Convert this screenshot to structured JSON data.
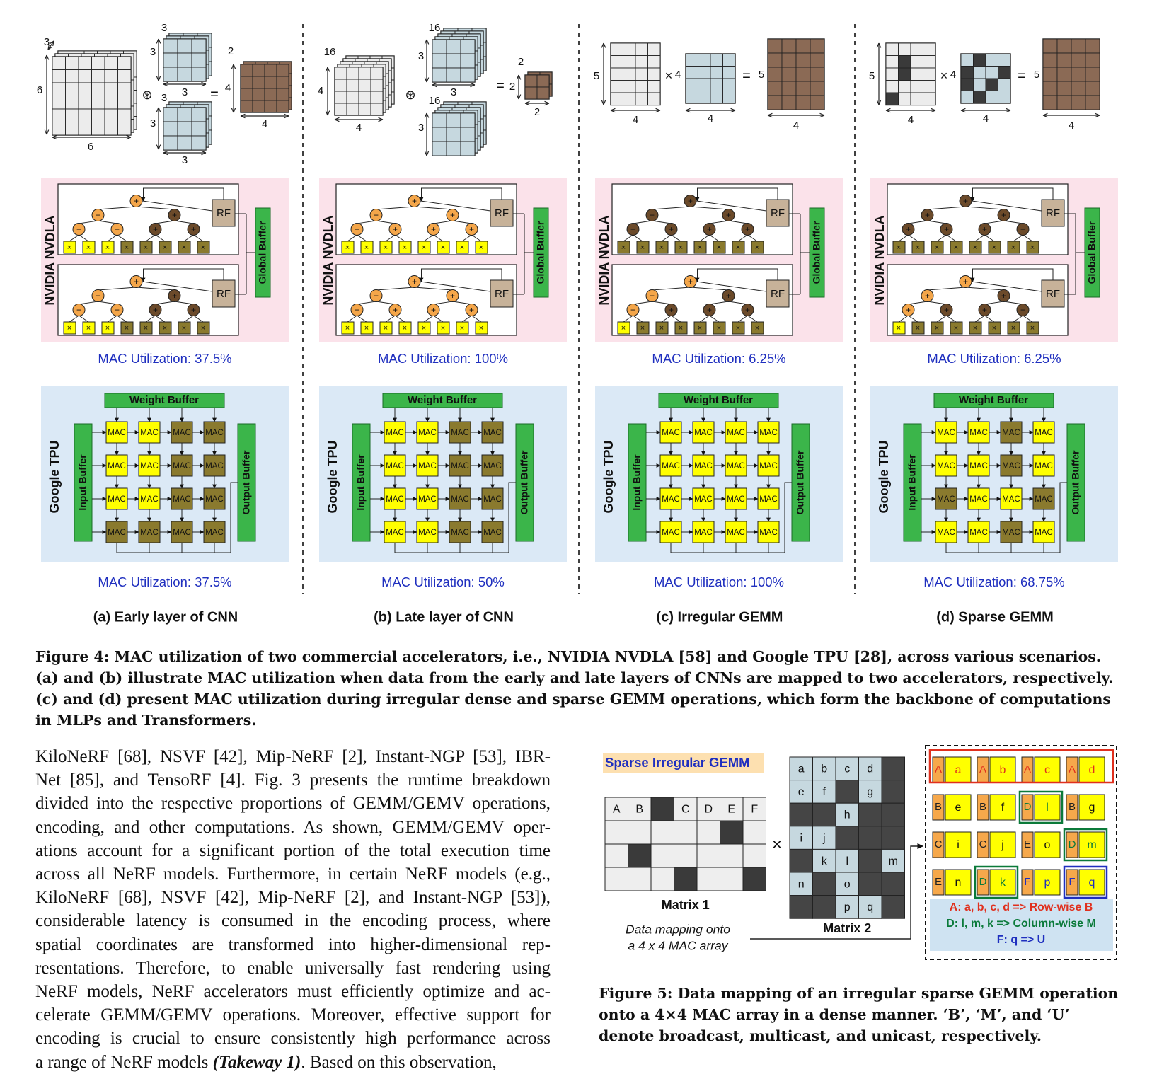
{
  "figure4": {
    "panels": [
      {
        "caption": "(a) Early layer of CNN",
        "nvdla_label": "NVIDIA NVDLA",
        "nvdla_util": "MAC Utilization: 37.5%",
        "tpu_label": "Google TPU",
        "tpu_util": "MAC Utilization: 37.5%",
        "dims": {
          "in_side": "6",
          "in_bottom": "6",
          "in_depth": "3",
          "k_side": "3",
          "k_bottom": "3",
          "k_depth": "3",
          "out_side": "4",
          "out_bottom": "4",
          "out_depth": "2"
        },
        "nvdla_rows": [
          [
            1,
            1,
            1,
            0,
            0,
            0,
            0,
            0
          ],
          [
            1,
            1,
            1,
            0,
            0,
            0,
            0,
            0
          ]
        ],
        "tpu_active": [
          [
            1,
            1,
            0,
            0
          ],
          [
            1,
            1,
            0,
            0
          ],
          [
            1,
            1,
            0,
            0
          ],
          [
            0,
            0,
            0,
            0
          ]
        ]
      },
      {
        "caption": "(b) Late layer of CNN",
        "nvdla_label": "NVIDIA NVDLA",
        "nvdla_util": "MAC Utilization: 100%",
        "tpu_label": "Google TPU",
        "tpu_util": "MAC Utilization: 50%",
        "dims": {
          "in_side": "4",
          "in_bottom": "4",
          "in_depth": "16",
          "k_side": "3",
          "k_bottom": "3",
          "k_depth": "16",
          "out_side": "2",
          "out_bottom": "2",
          "out_depth": "2"
        },
        "nvdla_rows": [
          [
            1,
            1,
            1,
            1,
            1,
            1,
            1,
            1
          ],
          [
            1,
            1,
            1,
            1,
            1,
            1,
            1,
            1
          ]
        ],
        "tpu_active": [
          [
            1,
            1,
            0,
            0
          ],
          [
            1,
            1,
            0,
            0
          ],
          [
            1,
            1,
            0,
            0
          ],
          [
            1,
            1,
            0,
            0
          ]
        ]
      },
      {
        "caption": "(c) Irregular GEMM",
        "nvdla_label": "NVIDIA NVDLA",
        "nvdla_util": "MAC Utilization: 6.25%",
        "tpu_label": "Google TPU",
        "tpu_util": "MAC Utilization: 100%",
        "dims": {
          "m1_rows": "5",
          "m1_cols": "4",
          "m2_rows": "4",
          "m2_cols": "4",
          "out_rows": "5",
          "out_cols": "4"
        },
        "nvdla_rows": [
          [
            0,
            0,
            0,
            0,
            0,
            0,
            0,
            0
          ],
          [
            1,
            0,
            0,
            0,
            0,
            0,
            0,
            0
          ]
        ],
        "tpu_active": [
          [
            1,
            1,
            1,
            1
          ],
          [
            1,
            1,
            1,
            1
          ],
          [
            1,
            1,
            1,
            1
          ],
          [
            1,
            1,
            1,
            1
          ]
        ]
      },
      {
        "caption": "(d) Sparse GEMM",
        "nvdla_label": "NVIDIA NVDLA",
        "nvdla_util": "MAC Utilization: 6.25%",
        "tpu_label": "Google TPU",
        "tpu_util": "MAC Utilization: 68.75%",
        "dims": {
          "m1_rows": "5",
          "m1_cols": "4",
          "m2_rows": "4",
          "m2_cols": "4",
          "out_rows": "5",
          "out_cols": "4"
        },
        "nvdla_rows": [
          [
            0,
            0,
            0,
            0,
            0,
            0,
            0,
            0
          ],
          [
            1,
            0,
            0,
            0,
            0,
            0,
            0,
            0
          ]
        ],
        "tpu_active": [
          [
            1,
            1,
            0,
            1
          ],
          [
            1,
            1,
            0,
            1
          ],
          [
            0,
            1,
            1,
            0
          ],
          [
            1,
            1,
            0,
            1
          ]
        ]
      }
    ],
    "rf_label": "RF",
    "global_buffer_label": "Global Buffer",
    "weight_buffer_label": "Weight Buffer",
    "input_buffer_label": "Input Buffer",
    "output_buffer_label": "Output Buffer",
    "mac_label": "MAC",
    "times_label": "×",
    "caption": "Figure 4: MAC utilization of two commercial accelerators, i.e., NVIDIA NVDLA [58] and Google TPU [28], across various scenarios. (a) and (b) illustrate MAC utilization when data from the early and late layers of CNNs are mapped to two accelerators, respectively. (c) and (d) present MAC utilization during irregular dense and sparse GEMM operations, which form the backbone of computations in MLPs and Transformers."
  },
  "figure5": {
    "title": "Sparse Irregular GEMM",
    "matrix1_label": "Matrix 1",
    "matrix1_header": [
      "A",
      "B",
      "",
      "C",
      "D",
      "E",
      "F"
    ],
    "matrix2_label": "Matrix 2",
    "matrix2_cells": [
      [
        "a",
        "b",
        "c",
        "d",
        ""
      ],
      [
        "e",
        "f",
        "",
        "g",
        ""
      ],
      [
        "",
        "",
        "h",
        "",
        ""
      ],
      [
        "i",
        "j",
        "",
        "",
        ""
      ],
      [
        "",
        "k",
        "l",
        "",
        "m"
      ],
      [
        "n",
        "",
        "o",
        "",
        ""
      ],
      [
        "",
        "",
        "p",
        "q",
        ""
      ]
    ],
    "times_symbol": "×",
    "mapping_note_line1": "Data mapping onto",
    "mapping_note_line2": "a 4 x 4 MAC array",
    "mapped_array": [
      [
        [
          "A",
          "a"
        ],
        [
          "A",
          "b"
        ],
        [
          "A",
          "c"
        ],
        [
          "A",
          "d"
        ]
      ],
      [
        [
          "B",
          "e"
        ],
        [
          "B",
          "f"
        ],
        [
          "D",
          "l"
        ],
        [
          "B",
          "g"
        ]
      ],
      [
        [
          "C",
          "i"
        ],
        [
          "C",
          "j"
        ],
        [
          "E",
          "o"
        ],
        [
          "D",
          "m"
        ]
      ],
      [
        [
          "E",
          "n"
        ],
        [
          "D",
          "k"
        ],
        [
          "F",
          "p"
        ],
        [
          "F",
          "q"
        ]
      ]
    ],
    "legend_row": "A: a, b, c, d => Row-wise B",
    "legend_col": "D:  l, m, k => Column-wise M",
    "legend_uni": "F: q => U",
    "caption": "Figure 5: Data mapping of an irregular sparse GEMM operation onto a 4×4 MAC array in a dense manner. ‘B’, ‘M’, and ‘U’ denote broadcast, multicast, and unicast, respectively."
  },
  "body": {
    "lines": [
      "KiloNeRF [68], NSVF [42], Mip-NeRF [2], Instant-NGP [53], IBR-",
      "Net [85], and TensoRF [4]. Fig. 3 presents the runtime breakdown",
      "divided into the respective proportions of GEMM/GEMV operations,",
      "encoding, and other computations. As shown, GEMM/GEMV oper-",
      "ations account for a significant portion of the total execution time",
      "across all NeRF models. Furthermore, in certain NeRF models (e.g.,",
      "KiloNeRF [68], NSVF [42], Mip-NeRF [2], and Instant-NGP [53]),",
      "considerable latency is consumed in the encoding process, where",
      "spatial coordinates are transformed into higher-dimensional rep-",
      "resentations. Therefore, to enable universally fast rendering using",
      "NeRF models, NeRF accelerators must efficiently optimize and ac-",
      "celerate GEMM/GEMV operations. Moreover, effective support for",
      "encoding is crucial to ensure consistently high performance across"
    ],
    "last_line_start": "a range of NeRF models ",
    "takeaway": "(Takeway 1)",
    "last_line_end": ". Based on this observation,"
  },
  "colors": {
    "nvdla_bg": "#fbe2ea",
    "tpu_bg": "#dbe9f6",
    "active_yellow": "#ffff00",
    "inactive_olive": "#8a7a2e",
    "adder_active": "#f4a64a",
    "adder_inactive": "#6b4a2a",
    "buffer_green": "#3bb54a",
    "rf_tan": "#c7b299",
    "util_blue": "#1f2fbf",
    "output_brown": "#8b6a55",
    "weight_blue": "#c6d8df",
    "input_gray": "#ececec"
  }
}
